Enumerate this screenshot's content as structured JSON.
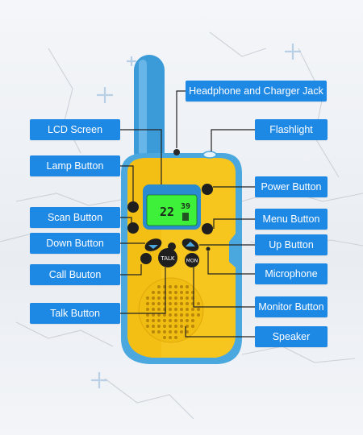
{
  "labels": {
    "headphone_jack": "Headphone and Charger Jack",
    "lcd_screen": "LCD Screen",
    "flashlight": "Flashlight",
    "lamp_button": "Lamp Button",
    "power_button": "Power Button",
    "scan_button": "Scan Button",
    "menu_button": "Menu Button",
    "down_button": "Down Button",
    "up_button": "Up Button",
    "call_button": "Call Buuton",
    "microphone": "Microphone",
    "talk_button": "Talk Button",
    "monitor_button": "Monitor Button",
    "speaker": "Speaker"
  },
  "lcd": {
    "channel": "22",
    "code": "39"
  },
  "device_keys": {
    "talk": "TALK",
    "mon": "MON"
  },
  "colors": {
    "label_bg": "#1e88e5",
    "label_text": "#ffffff",
    "body_yellow": "#f6c61e",
    "trim_blue": "#4aa8df",
    "lcd_green": "#3ef03a",
    "leader_line": "#222222"
  }
}
